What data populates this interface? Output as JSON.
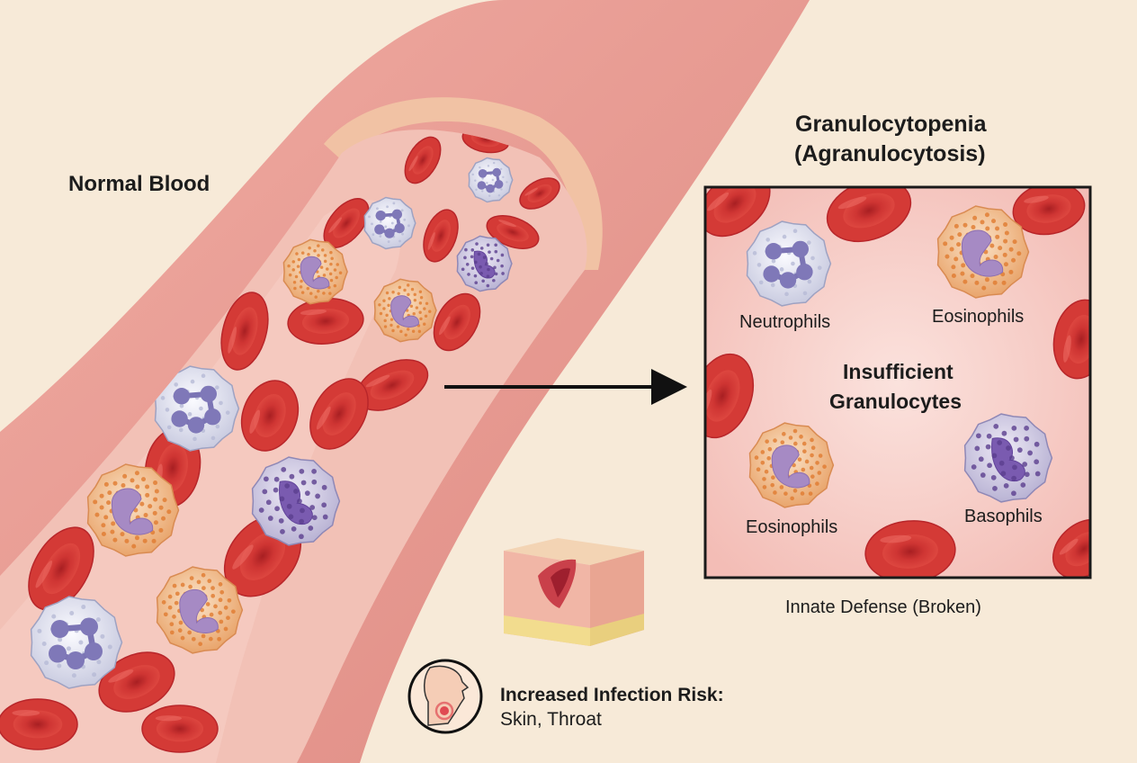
{
  "left": {
    "title": "Normal Blood"
  },
  "right": {
    "title_line1": "Granulocytopenia",
    "title_line2": "(Agranulocytosis)",
    "panel": {
      "neutrophils_label": "Neutrophils",
      "eosinophils_top_label": "Eosinophils",
      "center_line1": "Insufficient",
      "center_line2": "Granulocytes",
      "eosinophils_bottom_label": "Eosinophils",
      "basophils_label": "Basophils"
    },
    "caption": "Innate Defense (Broken)"
  },
  "risk": {
    "title": "Increased Infection Risk:",
    "sites": "Skin, Throat"
  },
  "colors": {
    "background": "#f7ead8",
    "vessel_wall": "#e89a92",
    "vessel_lumen": "#f2bfb4",
    "red_cell": "#d23a36",
    "neutrophil": "#e8e8f2",
    "eosinophil": "#f2b07a",
    "basophil": "#a58cc8",
    "panel_fill": "#f6c9c3",
    "panel_border": "#1a1a1a",
    "arrow": "#111111"
  }
}
